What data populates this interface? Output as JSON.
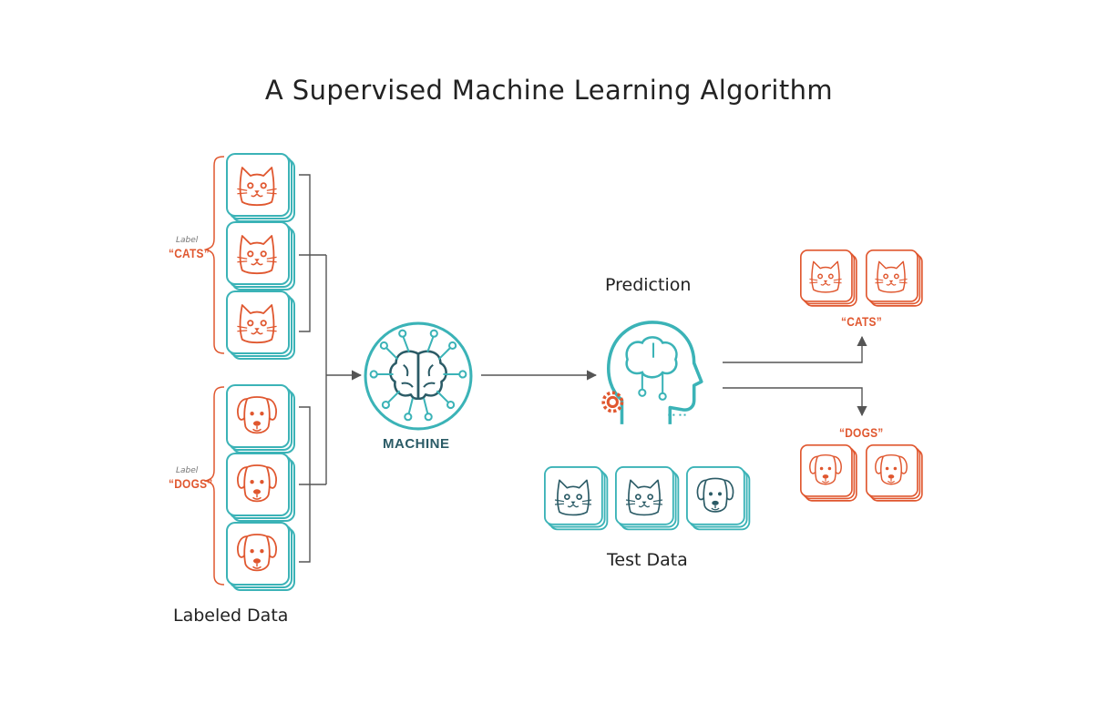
{
  "title": "A Supervised Machine Learning Algorithm",
  "colors": {
    "teal": "#3bb3b7",
    "orange": "#e0572f",
    "line": "#555555"
  },
  "labeled_data": {
    "caption": "Labeled Data",
    "cats_group": {
      "label_small": "Label",
      "label": "“CATS”",
      "items": [
        "cat-face-icon",
        "cat-face-icon",
        "cat-face-icon"
      ]
    },
    "dogs_group": {
      "label_small": "Label",
      "label": "“DOGS”",
      "items": [
        "dog-face-icon",
        "dog-face-icon",
        "dog-face-icon"
      ]
    }
  },
  "machine": {
    "label": "MACHINE",
    "icon": "brain-circuit-icon"
  },
  "prediction": {
    "caption": "Prediction",
    "icon": "ai-head-icon"
  },
  "test_data": {
    "caption": "Test Data",
    "items": [
      "cat-face-icon",
      "cat-face-icon",
      "dog-face-icon"
    ]
  },
  "outputs": {
    "cats": {
      "label": "“CATS”",
      "items": [
        "cat-face-icon",
        "cat-face-icon"
      ]
    },
    "dogs": {
      "label": "“DOGS”",
      "items": [
        "dog-face-icon",
        "dog-face-icon"
      ]
    }
  }
}
